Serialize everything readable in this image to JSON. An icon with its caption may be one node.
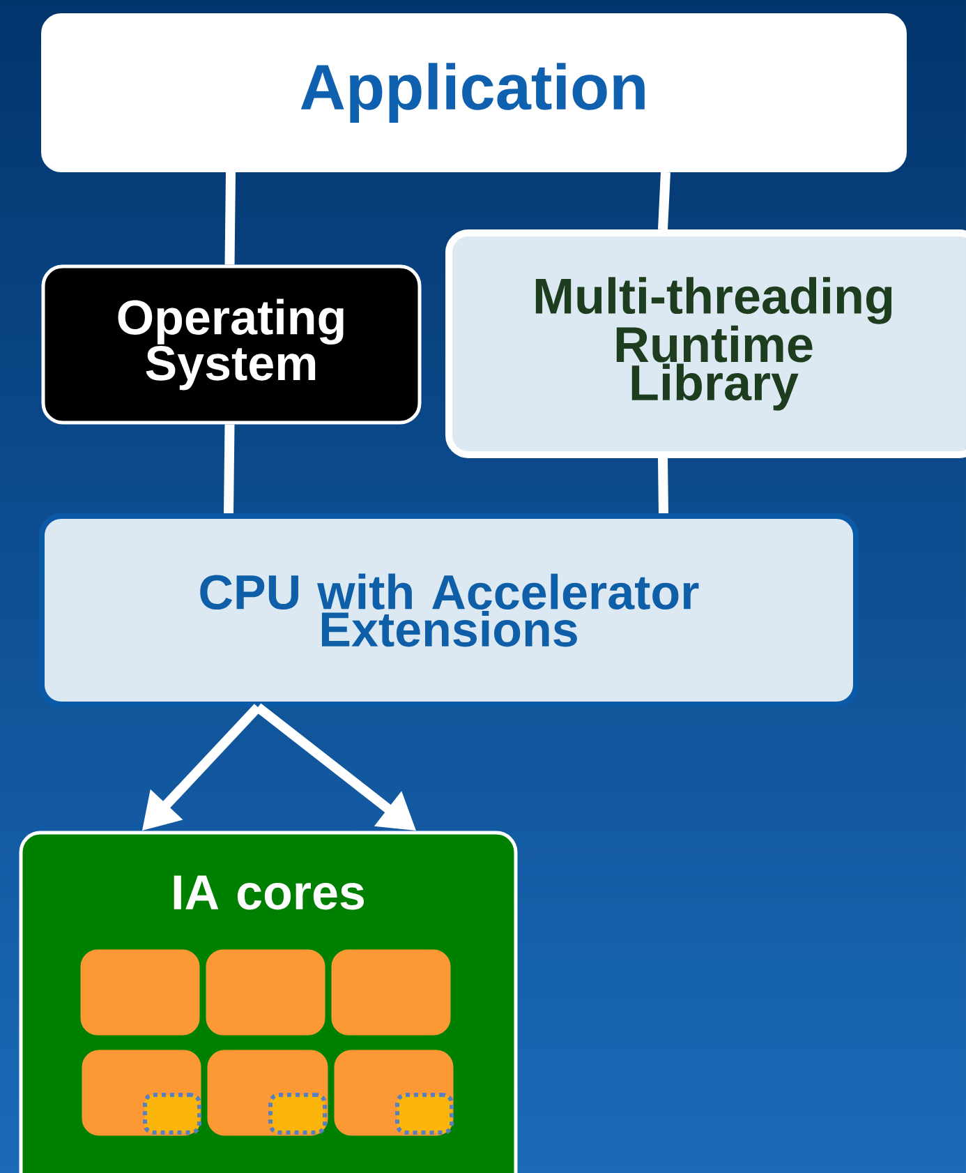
{
  "diagram": {
    "nodes": [
      {
        "text": [
          "Application"
        ]
      },
      {
        "text": [
          "Operating System"
        ]
      },
      {
        "text": [
          "Multi-threading Runtime Library"
        ]
      },
      {
        "text": [
          "CPU with Accelerator Extensions"
        ]
      },
      {
        "text": [
          "IA cores"
        ]
      },
      {
        "text": [],
        "shape": "box",
        "in": 4
      },
      {
        "text": [],
        "shape": "box",
        "in": 4
      },
      {
        "text": [],
        "shape": "box",
        "in": 4
      },
      {
        "text": [],
        "shape": "box",
        "in": 4
      },
      {
        "text": [],
        "shape": "box",
        "in": 4
      },
      {
        "text": [],
        "shape": "box",
        "in": 4
      },
      {
        "text": [],
        "shape": "box",
        "in": 8
      },
      {
        "text": [],
        "shape": "box",
        "in": 9
      },
      {
        "text": [],
        "shape": "box",
        "in": 10
      }
    ],
    "edges": [
      {
        "from": 0,
        "to": 1,
        "arrow": "none"
      },
      {
        "from": 1,
        "to": 3,
        "arrow": "none"
      },
      {
        "from": 0,
        "to": 2,
        "arrow": "none"
      },
      {
        "from": 2,
        "to": 3,
        "arrow": "none"
      },
      {
        "from": 3,
        "to": 4,
        "arrow": "to"
      },
      {
        "from": 3,
        "to": 4,
        "arrow": "to"
      }
    ]
  }
}
